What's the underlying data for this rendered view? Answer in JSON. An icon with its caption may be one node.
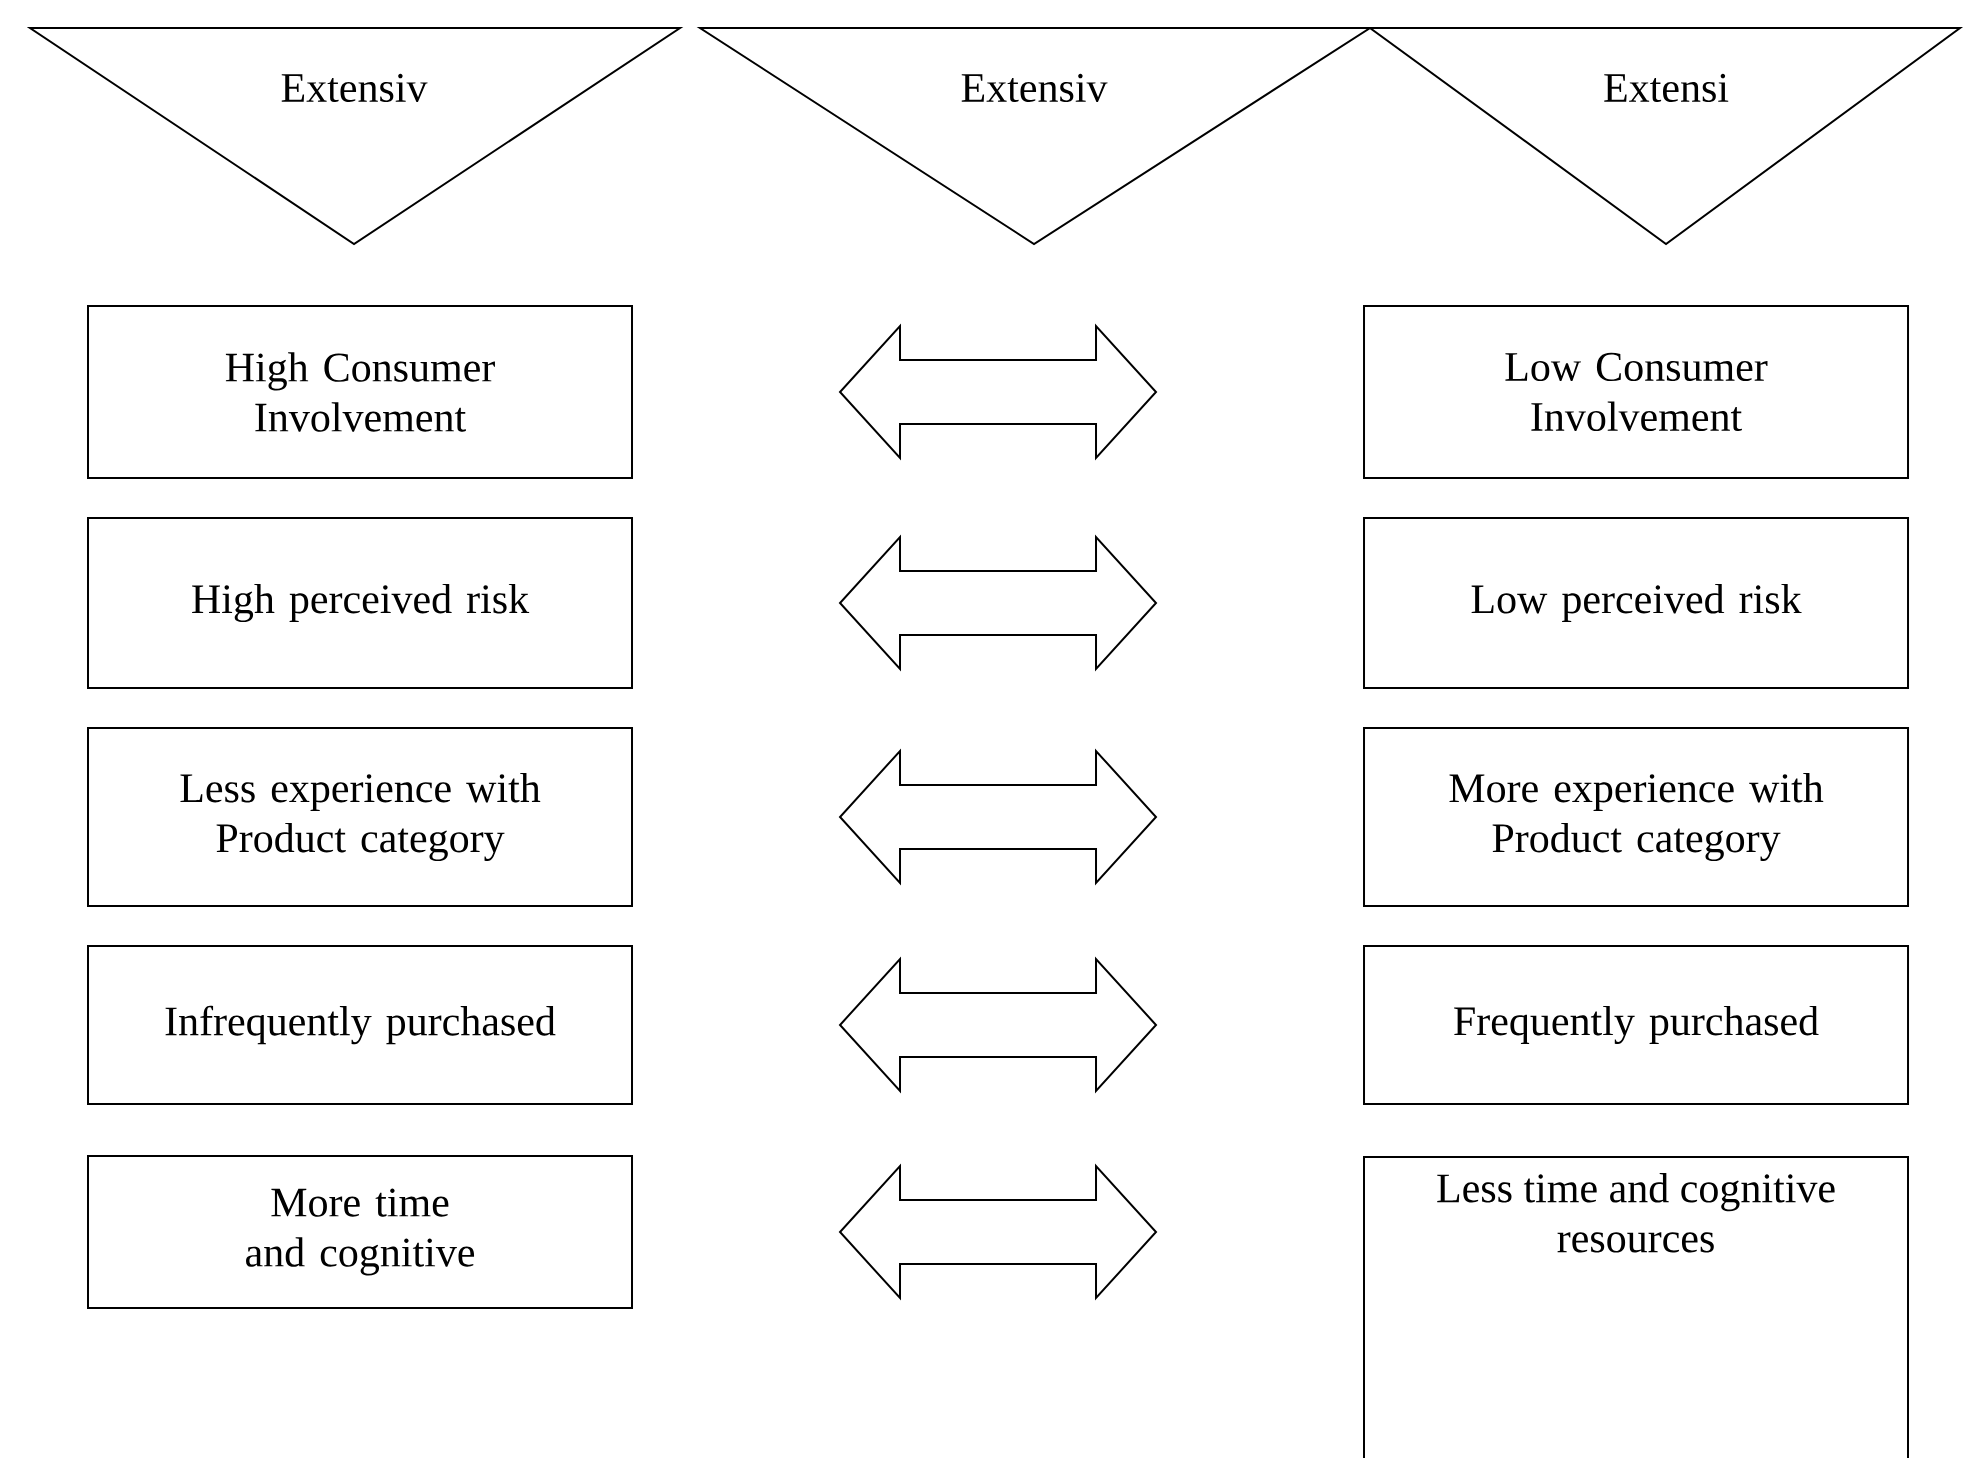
{
  "diagram": {
    "nodes": [
      {
        "text": [
          "Extensiv"
        ]
      },
      {
        "text": [
          "Extensiv"
        ]
      },
      {
        "text": [
          "Extensi"
        ]
      },
      {
        "text": [
          "High Consumer Involvement"
        ]
      },
      {
        "text": [
          "Low Consumer Involvement"
        ]
      },
      {
        "text": [
          "High perceived risk"
        ]
      },
      {
        "text": [
          "Low perceived risk"
        ]
      },
      {
        "text": [
          "Less experience with Product category"
        ]
      },
      {
        "text": [
          "More experience with Product category"
        ]
      },
      {
        "text": [
          "Infrequently purchased"
        ]
      },
      {
        "text": [
          "Frequently purchased"
        ]
      },
      {
        "text": [
          "More time and cognitive"
        ]
      },
      {
        "text": [
          "Less time and cognitive resources"
        ]
      }
    ],
    "edges": [
      {
        "from": 3,
        "to": 4,
        "arrow": "both"
      },
      {
        "from": 5,
        "to": 6,
        "arrow": "both"
      },
      {
        "from": 7,
        "to": 8,
        "arrow": "both"
      },
      {
        "from": 9,
        "to": 10,
        "arrow": "both"
      },
      {
        "from": 11,
        "to": 12,
        "arrow": "both"
      }
    ]
  }
}
